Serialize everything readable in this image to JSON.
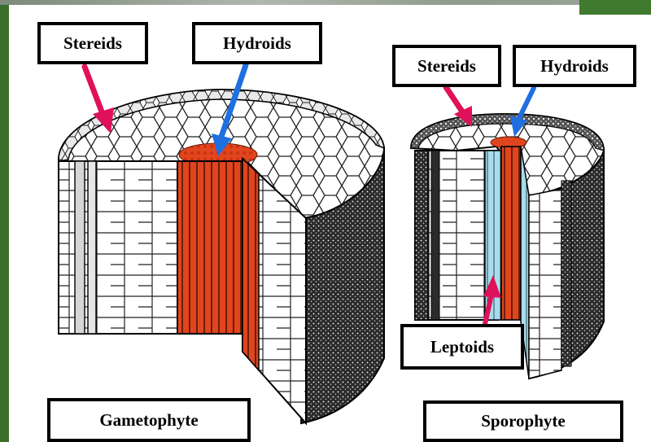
{
  "labels": {
    "gametophyte_stereids": "Stereids",
    "gametophyte_hydroids": "Hydroids",
    "sporophyte_stereids": "Stereids",
    "sporophyte_hydroids": "Hydroids",
    "leptoids": "Leptoids",
    "gametophyte": "Gametophyte",
    "sporophyte": "Sporophyte"
  },
  "colors": {
    "stereid_arrow": "#e0105a",
    "hydroid_arrow": "#1f6fe0",
    "hydroid_tissue": "#e0451e",
    "leptoid_tissue": "#a8dcec",
    "frame_green": "#3a6e2a"
  }
}
